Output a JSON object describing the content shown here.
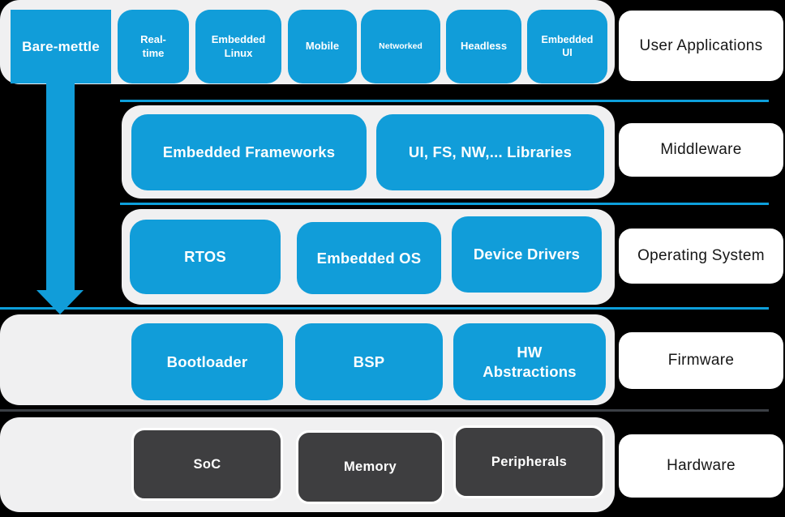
{
  "colors": {
    "background": "#000000",
    "accent_blue": "#119dd9",
    "band_gray": "#f0f0f1",
    "dark_box": "#3e3e40",
    "separator_blue": "#0d9fdb",
    "separator_dark": "#3b3f45",
    "label_text": "#161616",
    "box_text": "#ffffff"
  },
  "layers": [
    {
      "label": "User Applications",
      "chips": [
        {
          "label": "Bare-mettle"
        },
        {
          "label": "Real-\ntime"
        },
        {
          "label": "Embedded\nLinux"
        },
        {
          "label": "Mobile"
        },
        {
          "label": "Networked"
        },
        {
          "label": "Headless"
        },
        {
          "label": "Embedded\nUI"
        }
      ]
    },
    {
      "label": "Middleware",
      "boxes": [
        {
          "label": "Embedded Frameworks"
        },
        {
          "label": "UI, FS, NW,... Libraries"
        }
      ]
    },
    {
      "label": "Operating System",
      "boxes": [
        {
          "label": "RTOS"
        },
        {
          "label": "Embedded OS"
        },
        {
          "label": "Device Drivers"
        }
      ]
    },
    {
      "label": "Firmware",
      "boxes": [
        {
          "label": "Bootloader"
        },
        {
          "label": "BSP"
        },
        {
          "label": "HW\nAbstractions"
        }
      ]
    },
    {
      "label": "Hardware",
      "boxes": [
        {
          "label": "SoC"
        },
        {
          "label": "Memory"
        },
        {
          "label": "Peripherals"
        }
      ]
    }
  ]
}
